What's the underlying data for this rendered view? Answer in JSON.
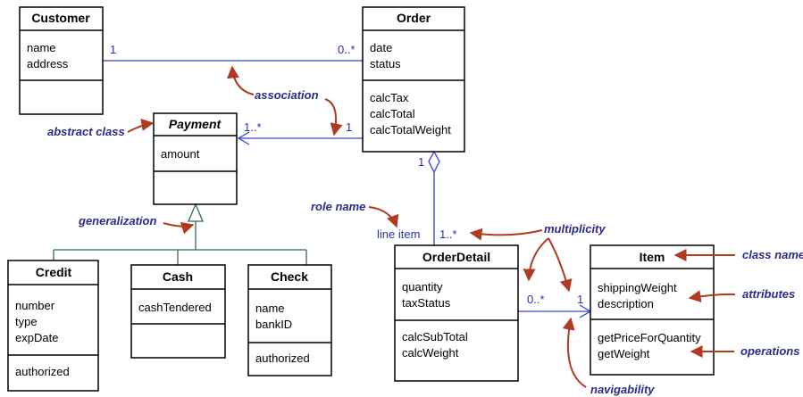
{
  "classes": {
    "customer": {
      "name": "Customer",
      "attributes": [
        "name",
        "address"
      ],
      "operations": []
    },
    "order": {
      "name": "Order",
      "attributes": [
        "date",
        "status"
      ],
      "operations": [
        "calcTax",
        "calcTotal",
        "calcTotalWeight"
      ]
    },
    "payment": {
      "name": "Payment",
      "attributes": [
        "amount"
      ],
      "operations": []
    },
    "credit": {
      "name": "Credit",
      "attributes": [
        "number",
        "type",
        "expDate"
      ],
      "operations": [
        "authorized"
      ]
    },
    "cash": {
      "name": "Cash",
      "attributes": [
        "cashTendered"
      ],
      "operations": []
    },
    "check": {
      "name": "Check",
      "attributes": [
        "name",
        "bankID"
      ],
      "operations": [
        "authorized"
      ]
    },
    "orderdetail": {
      "name": "OrderDetail",
      "attributes": [
        "quantity",
        "taxStatus"
      ],
      "operations": [
        "calcSubTotal",
        "calcWeight"
      ]
    },
    "item": {
      "name": "Item",
      "attributes": [
        "shippingWeight",
        "description"
      ],
      "operations": [
        "getPriceForQuantity",
        "getWeight"
      ]
    }
  },
  "multiplicities": {
    "customer_order_1": "1",
    "customer_order_many": "0..*",
    "order_payment_1": "1",
    "payment_many": "1..*",
    "order_detail_1": "1",
    "detail_many": "1..*",
    "detail_item_many": "0..*",
    "item_1": "1"
  },
  "role_name": "line item",
  "annotations": {
    "association": "association",
    "abstract_class": "abstract class",
    "generalization": "generalization",
    "role_name": "role name",
    "multiplicity": "multiplicity",
    "class_name": "class name",
    "attributes": "attributes",
    "operations": "operations",
    "navigability": "navigability"
  },
  "colors": {
    "association_line": "#3344cc",
    "generalization_line": "#2f6b5a",
    "annotation_arrow": "#b03a22",
    "annotation_text": "#2a2a8c"
  }
}
